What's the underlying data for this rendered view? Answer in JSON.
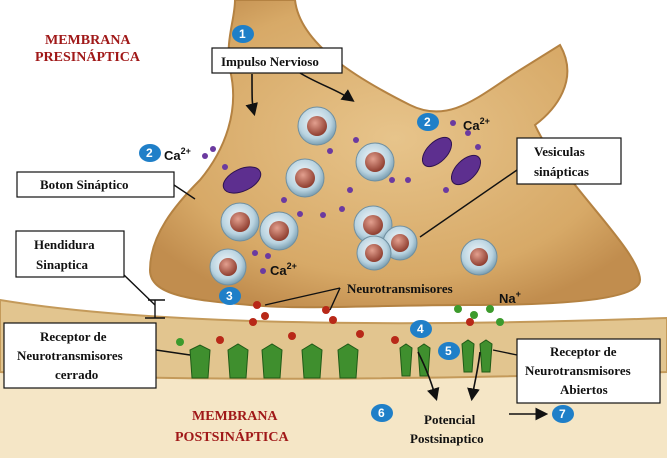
{
  "labels": {
    "membrana_presinaptica_1": "MEMBRANA",
    "membrana_presinaptica_2": "PRESINÁPTICA",
    "impulso": "Impulso Nervioso",
    "boton": "Boton Sináptico",
    "hendidura_1": "Hendidura",
    "hendidura_2": "Sinaptica",
    "receptor_cerrado_1": "Receptor de",
    "receptor_cerrado_2": "Neurotransmisores",
    "receptor_cerrado_3": "cerrado",
    "vesiculas_1": "Vesiculas",
    "vesiculas_2": "sinápticas",
    "neurotransmisores": "Neurotransmisores",
    "receptor_abiertos_1": "Receptor de",
    "receptor_abiertos_2": "Neurotransmisores",
    "receptor_abiertos_3": "Abiertos",
    "membrana_postsinaptica_1": "MEMBRANA",
    "membrana_postsinaptica_2": "POSTSINÁPTICA",
    "potencial_1": "Potencial",
    "potencial_2": "Postsinaptico",
    "ca_left": "Ca",
    "ca_right": "Ca",
    "ca_bottom": "Ca",
    "ca_charge": "2+",
    "na": "Na",
    "na_charge": "+"
  },
  "steps": [
    "1",
    "2",
    "2",
    "3",
    "4",
    "5",
    "6",
    "7"
  ],
  "colors": {
    "title_red": "#a01818",
    "terminal_fill": "#e9c98c",
    "vesicle": "#b9d3e0",
    "ion_purple": "#5a2d8a",
    "receptor_green": "#3f8f2e",
    "badge_blue": "#1f7fc8"
  }
}
